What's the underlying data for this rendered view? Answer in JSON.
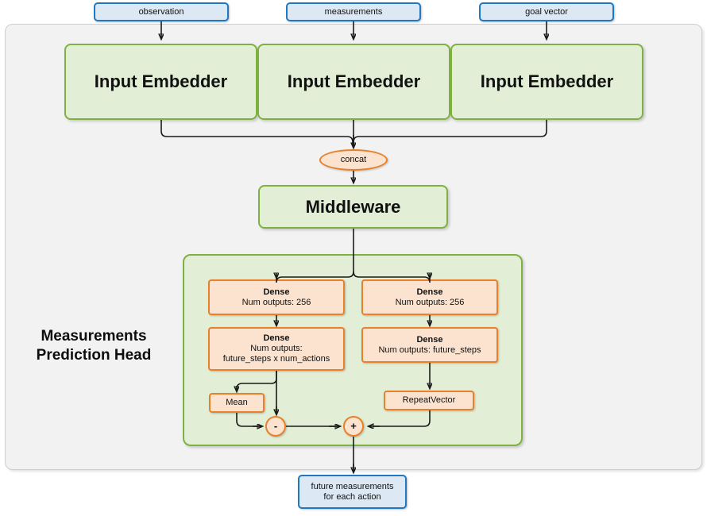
{
  "diagram": {
    "title": "Measurements Prediction Head network diagram",
    "colors": {
      "input_border": "#1f78c1",
      "input_fill": "#dce9f5",
      "green_border": "#7fb142",
      "green_fill": "#e2eed5",
      "orange_border": "#e8812a",
      "orange_fill": "#fbe3d0",
      "container_fill": "#f2f2f2",
      "container_border": "#cfcfcf",
      "edge": "#1a1a1a"
    },
    "inputs": [
      {
        "label": "observation"
      },
      {
        "label": "measurements"
      },
      {
        "label": "goal vector"
      }
    ],
    "embedders": [
      {
        "label": "Input Embedder"
      },
      {
        "label": "Input Embedder"
      },
      {
        "label": "Input Embedder"
      }
    ],
    "concat": {
      "label": "concat"
    },
    "middleware": {
      "label": "Middleware"
    },
    "head": {
      "label_line1": "Measurements",
      "label_line2": "Prediction Head",
      "left_branch": {
        "dense1": {
          "title": "Dense",
          "detail": "Num outputs: 256"
        },
        "dense2": {
          "title": "Dense",
          "detail_line1": "Num outputs:",
          "detail_line2": "future_steps x num_actions"
        },
        "mean": {
          "label": "Mean"
        }
      },
      "right_branch": {
        "dense1": {
          "title": "Dense",
          "detail": "Num outputs: 256"
        },
        "dense2": {
          "title": "Dense",
          "detail": "Num outputs: future_steps"
        },
        "repeat_vector": {
          "label": "RepeatVector"
        }
      },
      "operators": {
        "subtract": {
          "symbol": "-"
        },
        "add": {
          "symbol": "+"
        }
      }
    },
    "output": {
      "line1": "future measurements",
      "line2": "for each action"
    }
  }
}
